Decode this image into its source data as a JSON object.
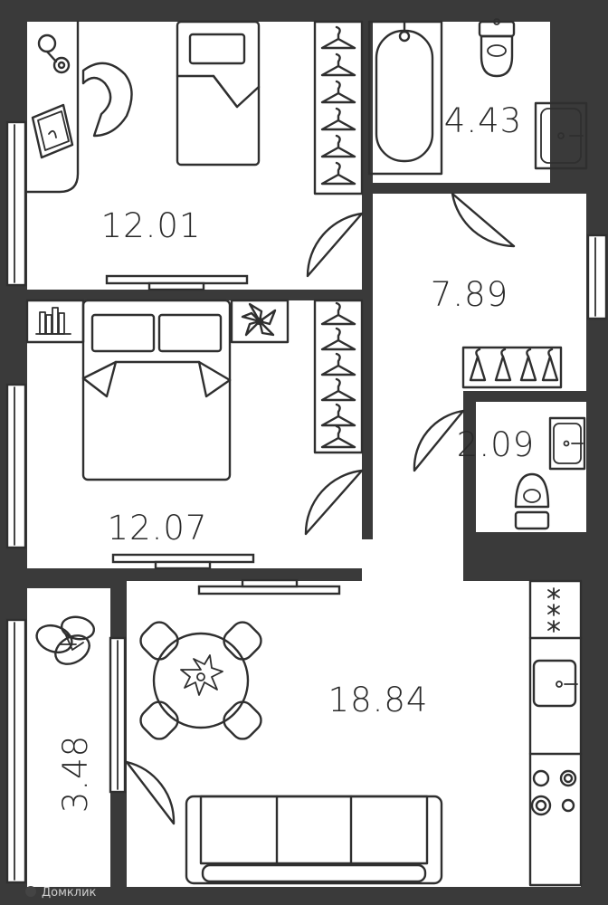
{
  "rooms": {
    "bedroom_top": {
      "area": "12.01"
    },
    "bathroom": {
      "area": "4.43"
    },
    "hallway": {
      "area": "7.89"
    },
    "bedroom_mid": {
      "area": "12.07"
    },
    "wc": {
      "area": "2.09"
    },
    "living_kitchen": {
      "area": "18.84"
    },
    "balcony": {
      "area": "3.48"
    }
  },
  "watermark": {
    "text": "Домклик"
  },
  "colors": {
    "wall": "#3a3a3a",
    "floor": "#ffffff",
    "line": "#2f2f2f"
  },
  "icons": [
    "chair-icon",
    "desk-icon",
    "lamp-icon",
    "bed-icon",
    "wardrobe-hanger-icon",
    "bathtub-icon",
    "toilet-icon",
    "sink-icon",
    "dining-table-icon",
    "sofa-icon",
    "plant-icon",
    "stove-icon",
    "books-icon"
  ]
}
